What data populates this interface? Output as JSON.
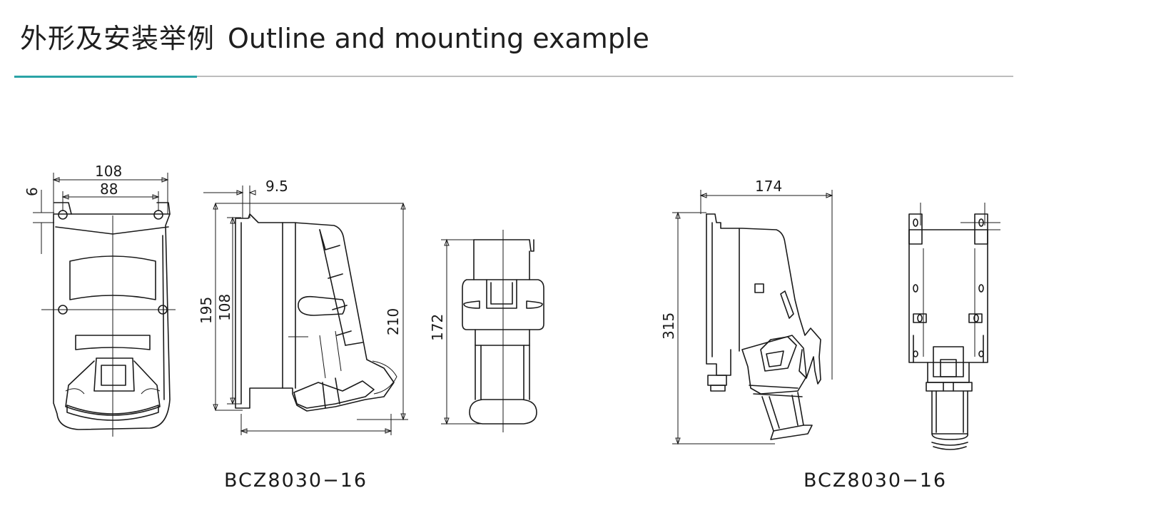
{
  "header": {
    "title_cn": "外形及安装举例",
    "title_en": "Outline and mounting example"
  },
  "colors": {
    "accent": "#2aa3a6",
    "rule": "#bdbdbd",
    "ink": "#1a1a1a"
  },
  "dimensions": {
    "front_width_outer": "108",
    "front_width_inner": "88",
    "front_top_offset": "6",
    "side_offset": "9.5",
    "side_height_outer": "195",
    "side_height_inner": "108",
    "side_height_total": "210",
    "plug_height": "172",
    "angled_width": "174",
    "angled_height": "315"
  },
  "captions": {
    "left_model": "BCZ8030−16",
    "right_model": "BCZ8030−16"
  }
}
